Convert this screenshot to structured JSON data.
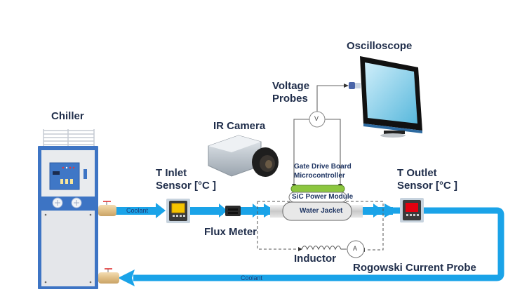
{
  "labels": {
    "chiller": "Chiller",
    "inlet_sensor_line1": "T Inlet",
    "inlet_sensor_line2": "Sensor [°C ]",
    "flux_meter": "Flux Meter",
    "ir_camera": "IR Camera",
    "voltage_probes_line1": "Voltage",
    "voltage_probes_line2": "Probes",
    "oscilloscope": "Oscilloscope",
    "gate_drive_line1": "Gate Drive Board",
    "gate_drive_line2": "Microcontroller",
    "sic_module": "SiC Power Module",
    "water_jacket": "Water Jacket",
    "outlet_sensor_line1": "T Outlet",
    "outlet_sensor_line2": "Sensor [°C ]",
    "inductor": "Inductor",
    "rogowski": "Rogowski Current Probe",
    "coolant_supply": "Coolant",
    "coolant_return": "Coolant",
    "voltmeter_symbol": "V",
    "ammeter_symbol": "A"
  },
  "colors": {
    "pipe": "#1aa3e8",
    "chiller_body": "#3d74c4",
    "label_text": "#1f2d4a",
    "gate_board": "#8cc63f",
    "inlet_display": "#f5c400",
    "outlet_display": "#e3000f"
  }
}
